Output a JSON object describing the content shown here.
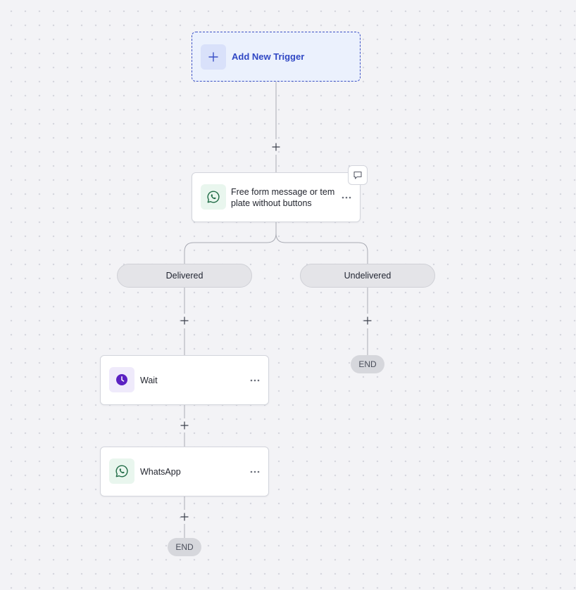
{
  "trigger": {
    "label": "Add New Trigger",
    "icon": "plus-icon"
  },
  "message_node": {
    "label_line1": "Free form message or tem",
    "label_line2": "plate without buttons",
    "icon": "whatsapp-icon"
  },
  "branches": {
    "delivered": "Delivered",
    "undelivered": "Undelivered"
  },
  "wait_node": {
    "label": "Wait",
    "icon": "clock-icon"
  },
  "whatsapp_node": {
    "label": "WhatsApp",
    "icon": "whatsapp-icon"
  },
  "end_labels": {
    "undelivered_end": "END",
    "delivered_end": "END"
  },
  "colors": {
    "accent": "#2f47c4",
    "whatsapp_green": "#1f6b45",
    "wait_purple": "#5b21c2",
    "connector": "#a9abb4"
  }
}
